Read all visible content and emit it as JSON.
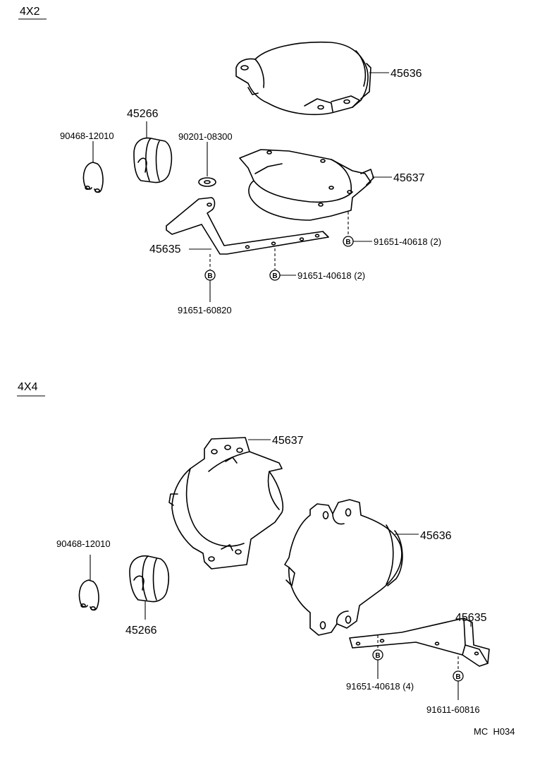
{
  "sections": {
    "top_label": "4X2",
    "bottom_label": "4X4"
  },
  "parts_4x2": {
    "cover_upper": "45636",
    "cover_lower": "45637",
    "bracket": "45635",
    "boot": "45266",
    "clamp": "90468-12010",
    "washer": "90201-08300",
    "bolt_right": "91651-40618 (2)",
    "bolt_middle": "91651-40618 (2)",
    "bolt_bracket": "91651-60820"
  },
  "parts_4x4": {
    "cover_lower": "45637",
    "cover_upper": "45636",
    "bracket": "45635",
    "boot": "45266",
    "clamp": "90468-12010",
    "bolt_left": "91651-40618 (4)",
    "bolt_right": "91611-60816"
  },
  "badge_letter": "B",
  "footer_code": "MC  H034"
}
